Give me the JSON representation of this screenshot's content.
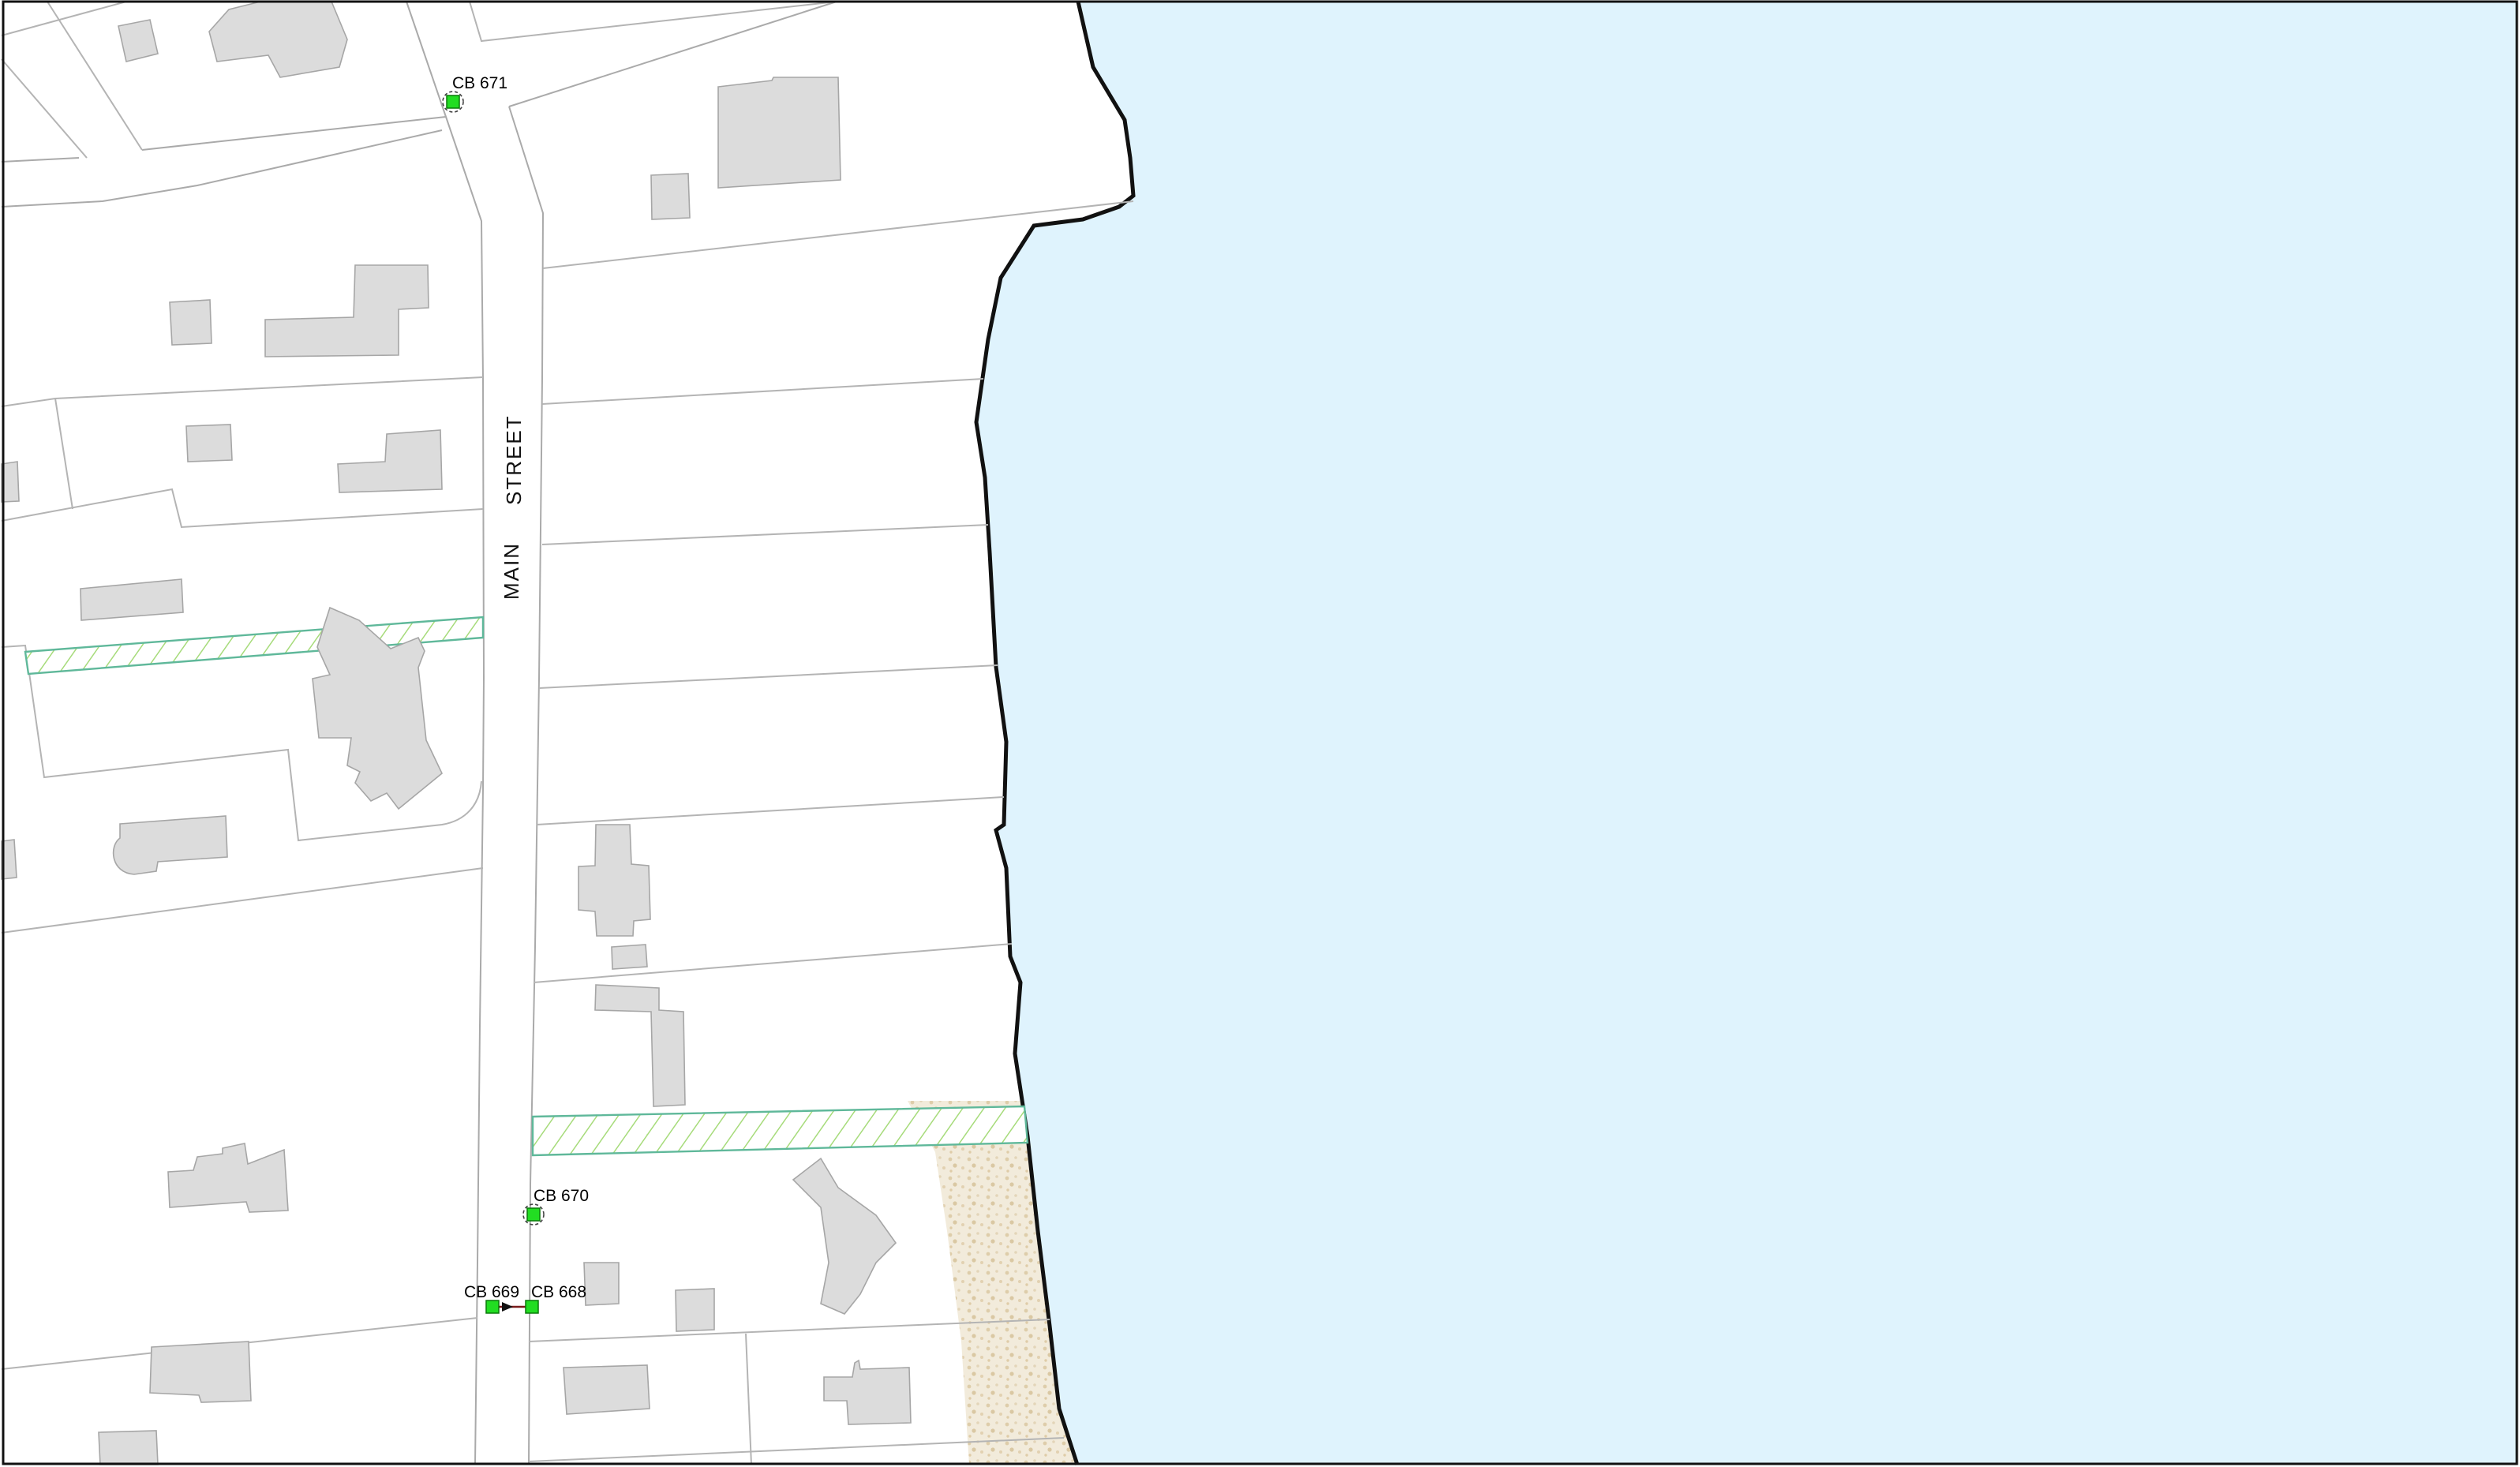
{
  "street": {
    "name_part1": "MAIN",
    "name_part2": "STREET"
  },
  "catch_basins": [
    {
      "id": "cb671",
      "label": "CB 671"
    },
    {
      "id": "cb670",
      "label": "CB 670"
    },
    {
      "id": "cb669",
      "label": "CB 669"
    },
    {
      "id": "cb668",
      "label": "CB 668"
    }
  ],
  "colors": {
    "water": "#dff3fd",
    "parcel_line": "#b4b4b4",
    "building_fill": "#dcdcdc",
    "easement_line": "#5fb89a",
    "easement_hatch": "#a6db7a",
    "beach": "#eadfca",
    "catch_basin": "#22dd22",
    "shoreline": "#111111"
  },
  "icons": {
    "catch_basin": "green-square-marker",
    "pipe_flow": "arrow-right-icon"
  }
}
